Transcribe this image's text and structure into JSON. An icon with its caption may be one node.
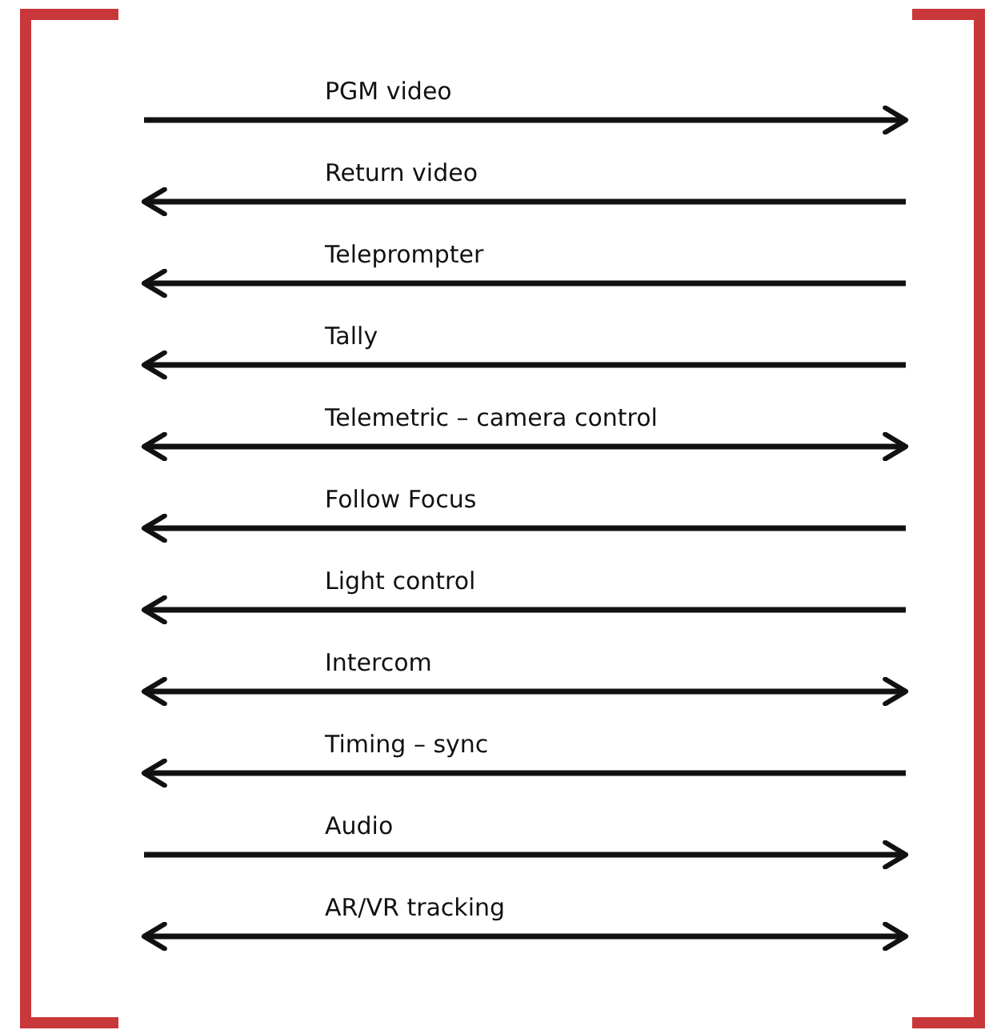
{
  "diagram": {
    "nodes": [
      {
        "text": [],
        "shape": "bracket"
      },
      {
        "text": [],
        "shape": "bracket"
      }
    ],
    "edges": [
      {
        "from": 0,
        "to": 1,
        "arrow": "to",
        "label": "PGM video"
      },
      {
        "from": 1,
        "to": 0,
        "arrow": "to",
        "label": "Return video"
      },
      {
        "from": 1,
        "to": 0,
        "arrow": "to",
        "label": "Teleprompter"
      },
      {
        "from": 1,
        "to": 0,
        "arrow": "to",
        "label": "Tally"
      },
      {
        "from": 0,
        "to": 1,
        "arrow": "both",
        "label": "Telemetric – camera control"
      },
      {
        "from": 1,
        "to": 0,
        "arrow": "to",
        "label": "Follow Focus"
      },
      {
        "from": 1,
        "to": 0,
        "arrow": "to",
        "label": "Light control"
      },
      {
        "from": 0,
        "to": 1,
        "arrow": "both",
        "label": "Intercom"
      },
      {
        "from": 1,
        "to": 0,
        "arrow": "to",
        "label": "Timing – sync"
      },
      {
        "from": 0,
        "to": 1,
        "arrow": "to",
        "label": "Audio"
      },
      {
        "from": 0,
        "to": 1,
        "arrow": "both",
        "label": "AR/VR tracking"
      }
    ]
  }
}
